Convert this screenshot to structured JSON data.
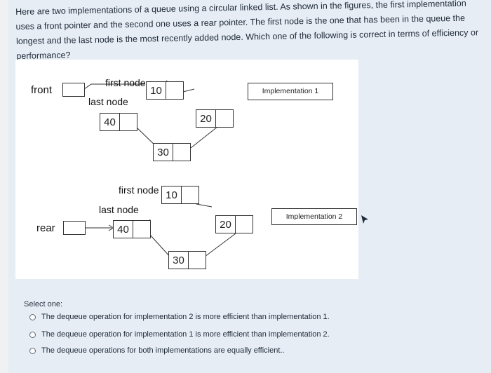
{
  "question": "Here are two implementations of a queue using a circular linked list. As shown in the figures, the first implementation uses a front pointer and the second one uses a rear pointer. The first node is the one that has been in the queue the longest and the last node is the most recently added node. Which one of the following is correct in terms of efficiency or performance?",
  "figure": {
    "impl1": {
      "pointer_label": "front",
      "first_node_label": "first node",
      "last_node_label": "last node",
      "nodes": [
        "10",
        "20",
        "30",
        "40"
      ],
      "title": "Implementation 1"
    },
    "impl2": {
      "pointer_label": "rear",
      "first_node_label": "first node",
      "last_node_label": "last node",
      "nodes": [
        "10",
        "20",
        "30",
        "40"
      ],
      "title": "Implementation 2"
    }
  },
  "select_one": "Select one:",
  "options": [
    "The dequeue operation for implementation 2 is more efficient than implementation 1.",
    "The dequeue operation for implementation 1 is more efficient than implementation 2.",
    "The dequeue operations for both implementations are equally efficient.."
  ]
}
